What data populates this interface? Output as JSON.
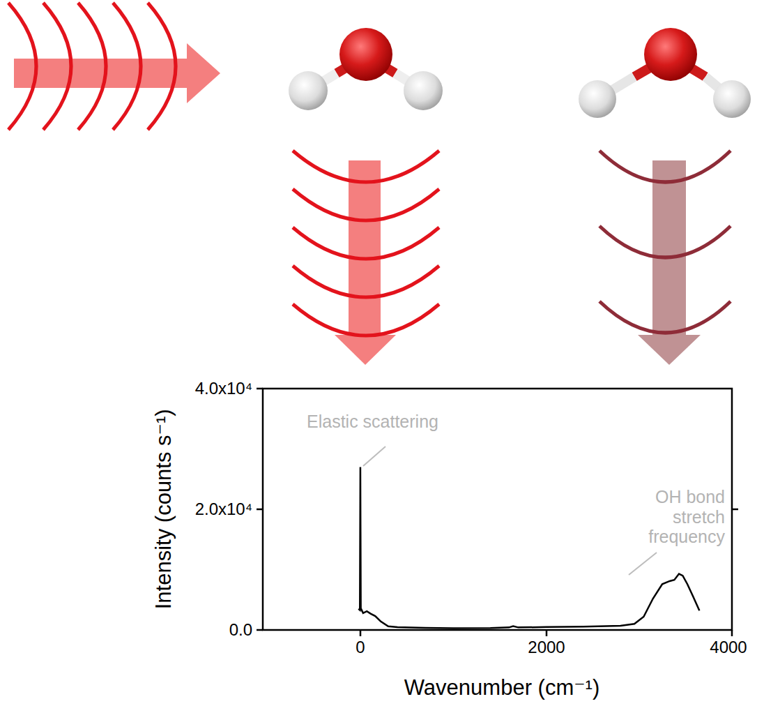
{
  "diagram": {
    "labels": [
      "4.0x10⁴",
      "2.0x10⁴",
      "0.0",
      "0",
      "2000",
      "4000",
      "Intensity (counts s⁻¹)",
      "Wavenumber (cm⁻¹)",
      "Elastic scattering",
      "OH bond stretch frequency"
    ]
  }
}
